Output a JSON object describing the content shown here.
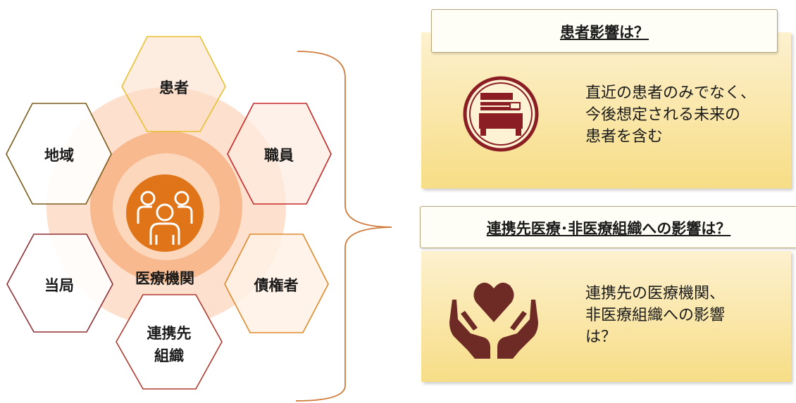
{
  "center": {
    "label": "医療機関",
    "icon": "people-group-icon",
    "colors": {
      "outer_ring": "#fde0cd",
      "middle_ring": "#f7b98d",
      "inner": "#fcd7bc",
      "icon_circle": "#e07418"
    }
  },
  "stakeholders": [
    {
      "id": "patient",
      "lines": [
        "患者"
      ],
      "border": "#e8c030"
    },
    {
      "id": "staff",
      "lines": [
        "職員"
      ],
      "border": "#c62828"
    },
    {
      "id": "creditor",
      "lines": [
        "債権者"
      ],
      "border": "#e08a2b"
    },
    {
      "id": "partner-org",
      "lines": [
        "連携先",
        "組織"
      ],
      "border": "#b03a2e"
    },
    {
      "id": "authority",
      "lines": [
        "当局"
      ],
      "border": "#8e2f35"
    },
    {
      "id": "region",
      "lines": [
        "地域"
      ],
      "border": "#7a5a1a"
    }
  ],
  "brace_color": "#d07a3a",
  "panels": [
    {
      "title": "患者影響は？",
      "icon": "bed-icon",
      "description": [
        "直近の患者のみでなく、",
        "今後想定される未来の",
        "患者を含む"
      ]
    },
    {
      "title": "連携先医療･非医療組織への影響は？",
      "icon": "heart-in-hands-icon",
      "description": [
        "連携先の医療機関、",
        "非医療組織への影響",
        "は？"
      ]
    }
  ],
  "accent": "#8b1e24"
}
